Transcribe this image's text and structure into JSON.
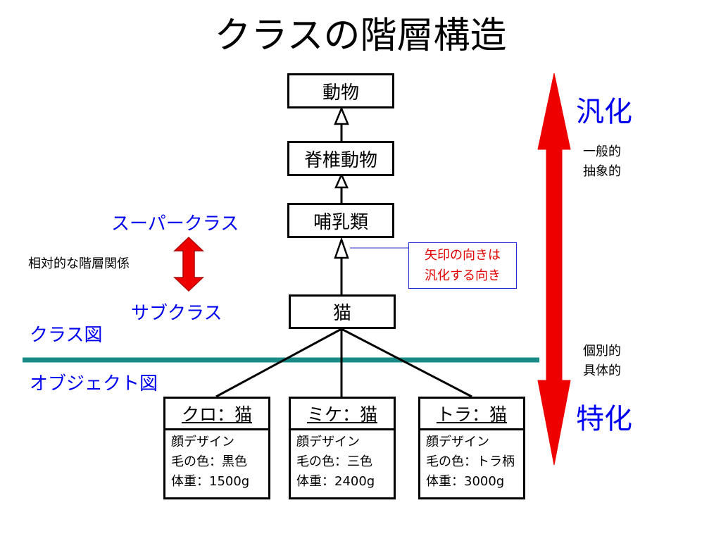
{
  "title": "クラスの階層構造",
  "classes": {
    "animal": "動物",
    "vertebrate": "脊椎動物",
    "mammal": "哺乳類",
    "cat": "猫"
  },
  "labels": {
    "superclass": "スーパークラス",
    "relative": "相対的な階層関係",
    "subclass": "サブクラス",
    "class_diagram": "クラス図",
    "object_diagram": "オブジェクト図"
  },
  "note": {
    "line1": "矢印の向きは",
    "line2": "汎化する向き"
  },
  "scale": {
    "generalization": "汎化",
    "general": "一般的",
    "abstract": "抽象的",
    "individual": "個別的",
    "concrete": "具体的",
    "specialization": "特化"
  },
  "objects": [
    {
      "name": "クロ：猫",
      "attr1": "顔デザイン",
      "attr2": "毛の色：黒色",
      "attr3": "体重：1500g"
    },
    {
      "name": "ミケ：猫",
      "attr1": "顔デザイン",
      "attr2": "毛の色：三色",
      "attr3": "体重：2400g"
    },
    {
      "name": "トラ：猫",
      "attr1": "顔デザイン",
      "attr2": "毛の色：トラ柄",
      "attr3": "体重：3000g"
    }
  ],
  "colors": {
    "blue_text": "#0000ee",
    "red_arrow": "#ee0000",
    "divider": "#1a8a86",
    "note_text": "#e00000"
  }
}
